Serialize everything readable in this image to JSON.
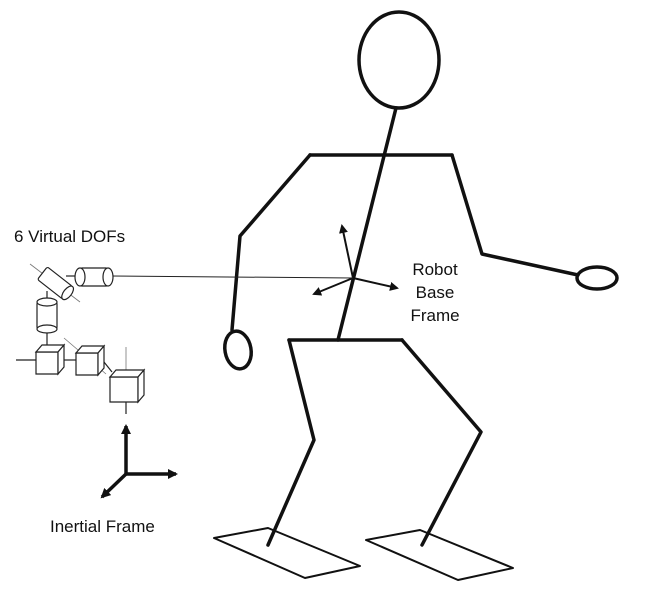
{
  "labels": {
    "virtual_dofs": "6 Virtual DOFs",
    "robot_base_frame": [
      "Robot",
      "Base",
      "Frame"
    ],
    "inertial_frame": "Inertial Frame"
  },
  "colors": {
    "stroke": "#111111",
    "thin_stroke": "#222222",
    "background": "#ffffff"
  }
}
